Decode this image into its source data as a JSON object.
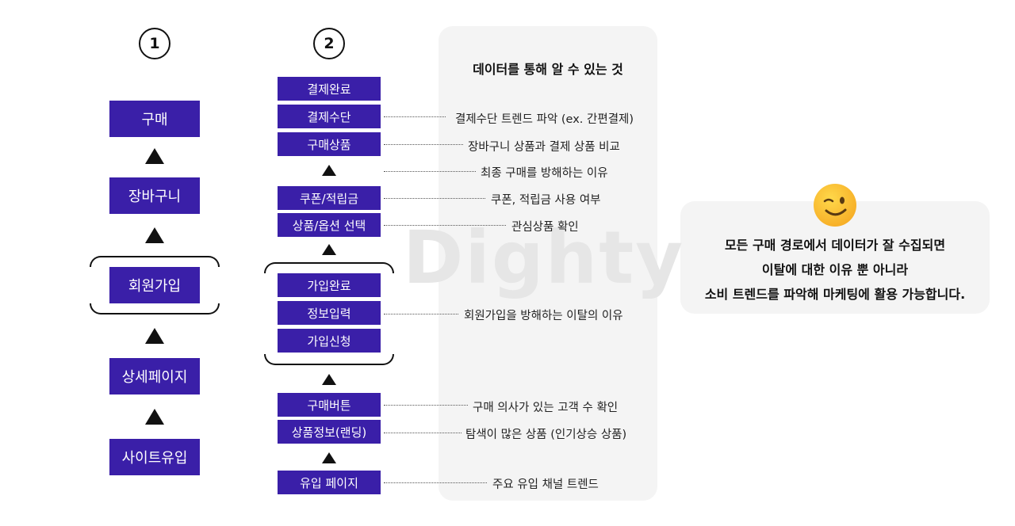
{
  "col1": {
    "number": "1",
    "steps": [
      "구매",
      "장바구니",
      "회원가입",
      "상세페이지",
      "사이트유입"
    ]
  },
  "col2": {
    "number": "2",
    "boxes": [
      "결제완료",
      "결제수단",
      "구매상품",
      "쿠폰/적립금",
      "상품/옵션 선택",
      "가입완료",
      "정보입력",
      "가입신청",
      "구매버튼",
      "상품정보(랜딩)",
      "유입 페이지"
    ]
  },
  "panel": {
    "title": "데이터를 통해 알 수 있는 것",
    "labels": [
      "결제수단 트렌드 파악 (ex. 간편결제)",
      "장바구니 상품과 결제 상품 비교",
      "최종 구매를 방해하는 이유",
      "쿠폰, 적립금 사용 여부",
      "관심상품 확인",
      "회원가입을 방해하는 이탈의 이유",
      "구매 의사가 있는 고객 수 확인",
      "탐색이 많은 상품 (인기상승 상품)",
      "주요 유입 채널 트렌드"
    ]
  },
  "watermark": "Dighty",
  "summary": {
    "icon": "winking-face-icon",
    "lines": [
      "모든 구매 경로에서 데이터가 잘 수집되면",
      "이탈에 대한 이유 뿐 아니라",
      "소비 트렌드를 파악해 마케팅에 활용 가능합니다."
    ]
  },
  "colors": {
    "box": "#3a1fa8",
    "panel": "#f4f4f4"
  }
}
